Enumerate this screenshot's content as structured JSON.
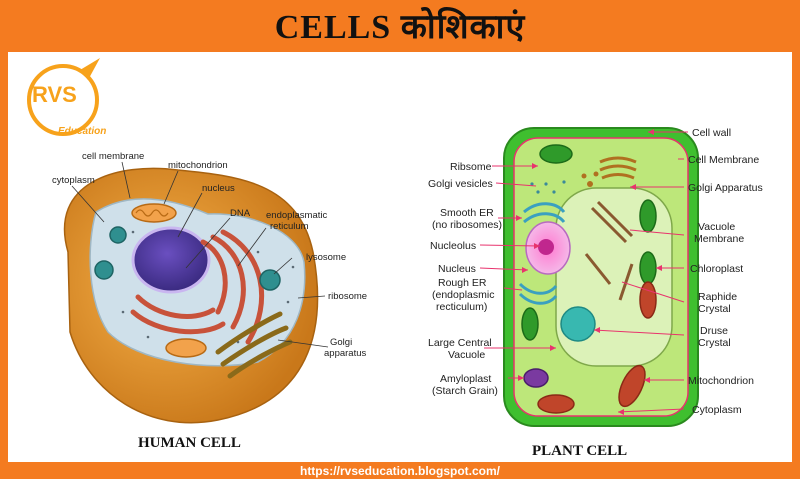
{
  "title": "CELLS कोशिकाएं",
  "logo": {
    "line1": "RVS",
    "line2": "Education"
  },
  "url": "https://rvseducation.blogspot.com/",
  "human_cell": {
    "caption": "HUMAN CELL",
    "labels": {
      "cell_membrane": "cell membrane",
      "mitochondrion": "mitochondrion",
      "cytoplasm": "cytoplasm",
      "nucleus": "nucleus",
      "dna": "DNA",
      "er_1": "endoplasmatic",
      "er_2": "reticulum",
      "lysosome": "lysosome",
      "ribosome": "ribosome",
      "golgi_1": "Golgi",
      "golgi_2": "apparatus"
    }
  },
  "plant_cell": {
    "caption": "PLANT CELL",
    "labels": {
      "ribsome": "Ribsome",
      "golgi_vesicles": "Golgi vesicles",
      "smooth_er_1": "Smooth ER",
      "smooth_er_2": "(no ribosomes)",
      "nucleolus": "Nucleolus",
      "nucleus": "Nucleus",
      "rough_er_1": "Rough ER",
      "rough_er_2": "(endoplasmic",
      "rough_er_3": "recticulum)",
      "large_vacuole_1": "Large Central",
      "large_vacuole_2": "Vacuole",
      "amyloplast_1": "Amyloplast",
      "amyloplast_2": "(Starch Grain)",
      "cell_wall": "Cell wall",
      "cell_membrane": "Cell Membrane",
      "golgi_apparatus": "Golgi Apparatus",
      "vacuole_membrane_1": "Vacuole",
      "vacuole_membrane_2": "Membrane",
      "chloroplast": "Chloroplast",
      "raphide_1": "Raphide",
      "raphide_2": "Crystal",
      "druse_1": "Druse",
      "druse_2": "Crystal",
      "mitochondrion": "Mitochondrion",
      "cytoplasm": "Cytoplasm"
    }
  },
  "colors": {
    "frame": "#f47b20",
    "label_line_plant": "#e8336d",
    "cell_wall": "#3fbf2f",
    "cytoplasm_plant": "#bde77a"
  }
}
